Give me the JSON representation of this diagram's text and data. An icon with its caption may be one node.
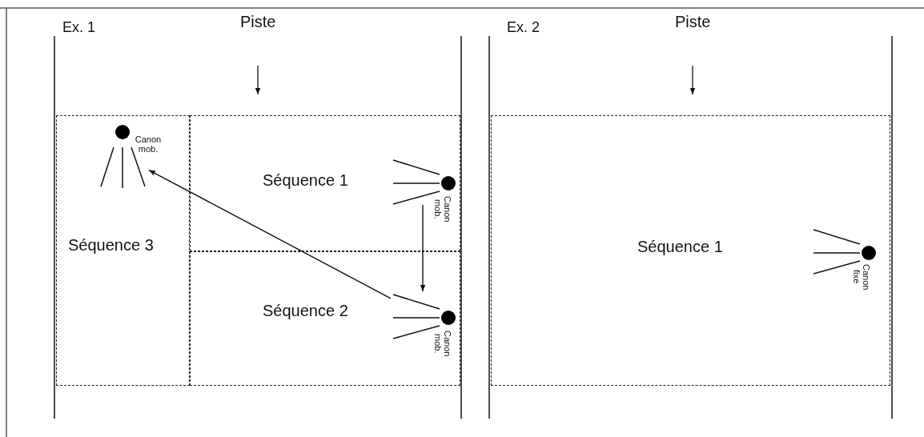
{
  "diagram": {
    "nodes": [
      {
        "text": [
          "Séquence 3"
        ]
      },
      {
        "text": [
          "Séquence 1"
        ]
      },
      {
        "text": [
          "Séquence 2"
        ]
      },
      {
        "text": [],
        "shape": "circle",
        "beside": [
          "Canon mob."
        ],
        "in": 0
      },
      {
        "text": [],
        "shape": "circle",
        "beside": [
          "Canon mob."
        ],
        "in": 1
      },
      {
        "text": [],
        "shape": "circle",
        "beside": [
          "Canon mob."
        ],
        "in": 2
      },
      {
        "text": [
          "Séquence 1"
        ]
      },
      {
        "text": [],
        "shape": "circle",
        "beside": [
          "Canon fixe"
        ],
        "in": 6
      }
    ],
    "edges": [
      {
        "from": 4,
        "to": 5,
        "arrow": "to"
      },
      {
        "from": 5,
        "to": 3,
        "arrow": "to"
      }
    ],
    "labels": [
      "Ex. 1",
      "Piste",
      "Ex. 2",
      "Piste"
    ]
  }
}
